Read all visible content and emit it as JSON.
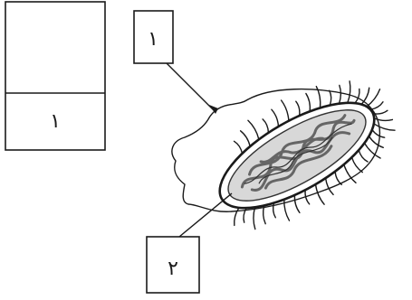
{
  "answer_table": {
    "label_1": "١"
  },
  "callouts": {
    "callout_1": "١",
    "callout_2": "٢"
  },
  "colors": {
    "ink": "#1a1a1a",
    "background": "#ffffff",
    "cytoplasm": "#d8d8d8",
    "nucleoid": "#666666"
  }
}
